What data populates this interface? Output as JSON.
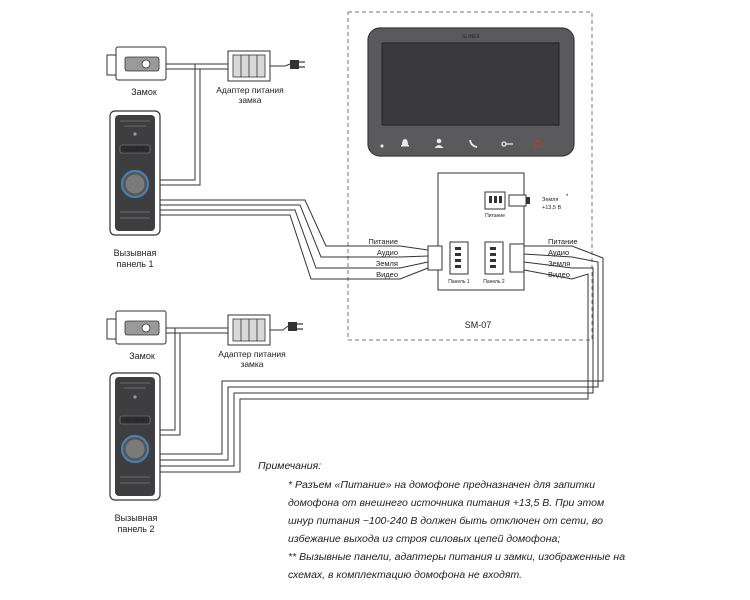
{
  "monitor": {
    "brand": "SLINEX",
    "model": "SM-07"
  },
  "panel1": {
    "brand": "SLINEX",
    "label_line1": "Вызывная",
    "label_line2": "панель 1"
  },
  "panel2": {
    "brand": "SLINEX",
    "label_line1": "Вызывная",
    "label_line2": "панель 2"
  },
  "lock1_label": "Замок",
  "lock2_label": "Замок",
  "adapter1": {
    "line1": "Адаптер питания",
    "line2": "замка"
  },
  "adapter2": {
    "line1": "Адаптер питания",
    "line2": "замка"
  },
  "left_wires": [
    "Питание",
    "Аудио",
    "Земля",
    "Видео"
  ],
  "right_wires": [
    "Питание",
    "Аудио",
    "Земля",
    "Видео"
  ],
  "connectors": {
    "power": "Питание",
    "panel1": "Панель 1",
    "panel2": "Панель 2"
  },
  "power_input": {
    "line1": "Земля",
    "line2": "+13,5 В",
    "mark": "*"
  },
  "notes": {
    "title": "Примечания:",
    "item1_lines": [
      "* Разъем «Питание» на домофоне предназначен для запитки",
      "домофона от внешнего источника питания +13,5 В. При этом",
      "шнур питания ~100-240 В должен быть отключен от сети, во",
      "избежание выхода из строя силовых цепей домофона;"
    ],
    "item2_lines": [
      "** Вызывные панели, адаптеры питания и замки, изображенные на",
      "схемах, в комплектацию домофона не входят."
    ]
  },
  "colors": {
    "monitor_body": "#5a5a5c",
    "panel_body": "#3e3e40",
    "line": "#333333",
    "dash": "#777777",
    "button_red": "#c0392b"
  }
}
